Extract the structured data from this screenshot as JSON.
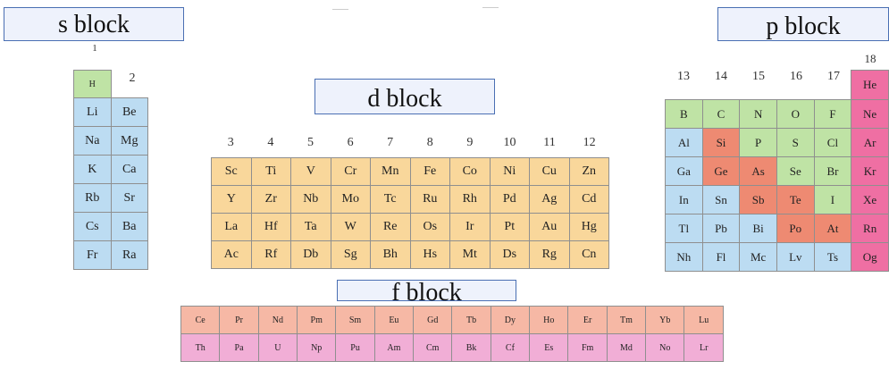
{
  "labels": {
    "s_block": "s block",
    "d_block": "d block",
    "p_block": "p block",
    "f_block": "f block"
  },
  "groups": {
    "g1": "1",
    "g2": "2",
    "d": [
      "3",
      "4",
      "5",
      "6",
      "7",
      "8",
      "9",
      "10",
      "11",
      "12"
    ],
    "p": [
      "13",
      "14",
      "15",
      "16",
      "17"
    ],
    "g18": "18"
  },
  "s_block": {
    "h": "H",
    "rows": [
      [
        "Li",
        "Be"
      ],
      [
        "Na",
        "Mg"
      ],
      [
        "K",
        "Ca"
      ],
      [
        "Rb",
        "Sr"
      ],
      [
        "Cs",
        "Ba"
      ],
      [
        "Fr",
        "Ra"
      ]
    ]
  },
  "d_block": {
    "rows": [
      [
        "Sc",
        "Ti",
        "V",
        "Cr",
        "Mn",
        "Fe",
        "Co",
        "Ni",
        "Cu",
        "Zn"
      ],
      [
        "Y",
        "Zr",
        "Nb",
        "Mo",
        "Tc",
        "Ru",
        "Rh",
        "Pd",
        "Ag",
        "Cd"
      ],
      [
        "La",
        "Hf",
        "Ta",
        "W",
        "Re",
        "Os",
        "Ir",
        "Pt",
        "Au",
        "Hg"
      ],
      [
        "Ac",
        "Rf",
        "Db",
        "Sg",
        "Bh",
        "Hs",
        "Mt",
        "Ds",
        "Rg",
        "Cn"
      ]
    ]
  },
  "p_block": {
    "he": "He",
    "rows": [
      [
        "B",
        "C",
        "N",
        "O",
        "F",
        "Ne"
      ],
      [
        "Al",
        "Si",
        "P",
        "S",
        "Cl",
        "Ar"
      ],
      [
        "Ga",
        "Ge",
        "As",
        "Se",
        "Br",
        "Kr"
      ],
      [
        "In",
        "Sn",
        "Sb",
        "Te",
        "I",
        "Xe"
      ],
      [
        "Tl",
        "Pb",
        "Bi",
        "Po",
        "At",
        "Rn"
      ],
      [
        "Nh",
        "Fl",
        "Mc",
        "Lv",
        "Ts",
        "Og"
      ]
    ]
  },
  "f_block": {
    "rows": [
      [
        "Ce",
        "Pr",
        "Nd",
        "Pm",
        "Sm",
        "Eu",
        "Gd",
        "Tb",
        "Dy",
        "Ho",
        "Er",
        "Tm",
        "Yb",
        "Lu"
      ],
      [
        "Th",
        "Pa",
        "U",
        "Np",
        "Pu",
        "Am",
        "Cm",
        "Bk",
        "Cf",
        "Es",
        "Fm",
        "Md",
        "No",
        "Lr"
      ]
    ]
  },
  "colors": {
    "s_metal": "#bcdcf2",
    "nonmetal": "#bfe3a5",
    "d_block": "#f9d79b",
    "metalloid": "#ee8a72",
    "noble_gas": "#ef6fa3",
    "lanthanide": "#f6b8a5",
    "actinide": "#f1aed6"
  }
}
